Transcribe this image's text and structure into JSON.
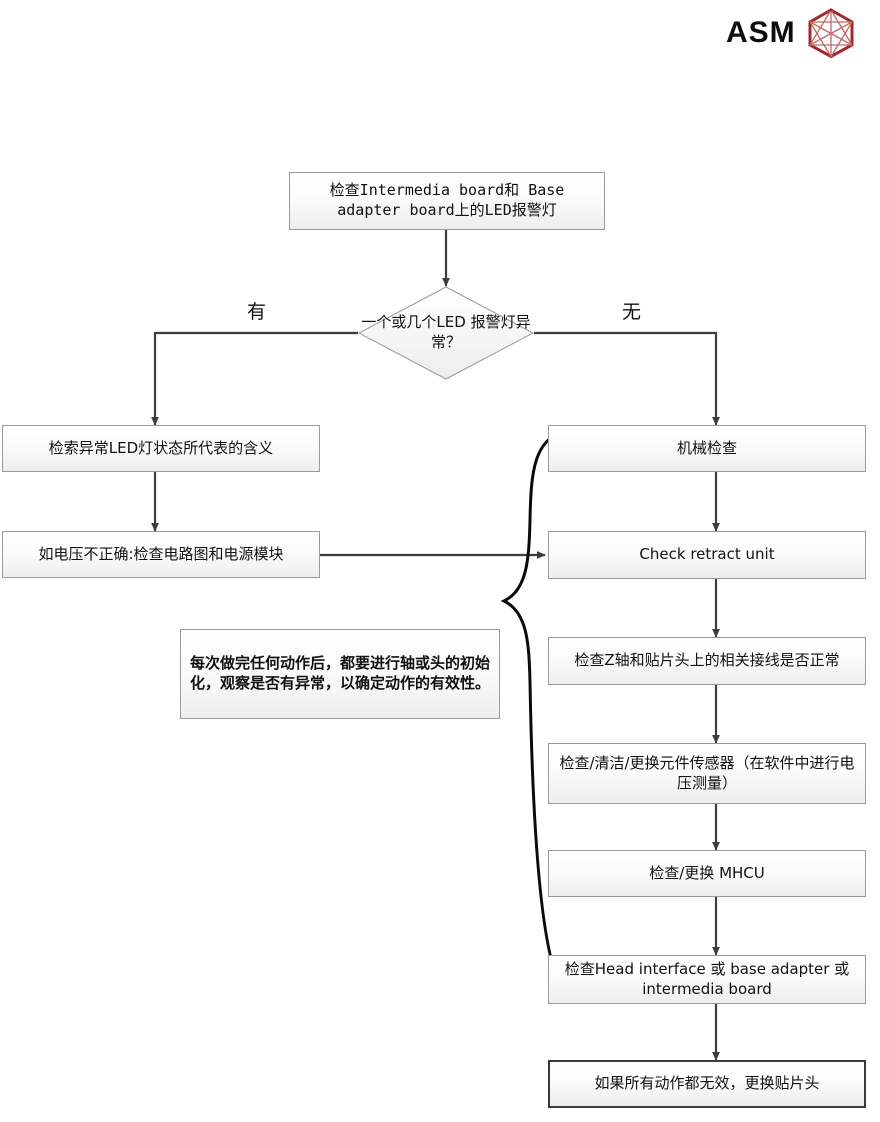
{
  "brand": {
    "name": "ASM",
    "logo_icon": "asm-hexagon-icon",
    "logo_color": "#a32a2a"
  },
  "diagram": {
    "type": "flowchart",
    "title": "",
    "nodes": [
      {
        "id": "start",
        "shape": "rectangle",
        "text": "检查Intermedia board和 Base adapter board上的LED报警灯"
      },
      {
        "id": "decision",
        "shape": "diamond",
        "text": "一个或几个LED 报警灯异常？"
      },
      {
        "id": "left1",
        "shape": "rectangle",
        "text": "检索异常LED灯状态所代表的含义"
      },
      {
        "id": "left2",
        "shape": "rectangle",
        "text": "如电压不正确:检查电路图和电源模块"
      },
      {
        "id": "note",
        "shape": "rectangle",
        "text": "每次做完任何动作后，都要进行轴或头的初始化，观察是否有异常，以确定动作的有效性。"
      },
      {
        "id": "right1",
        "shape": "rectangle",
        "text": "机械检查"
      },
      {
        "id": "right2",
        "shape": "rectangle",
        "text": "Check retract unit"
      },
      {
        "id": "right3",
        "shape": "rectangle",
        "text": "检查Z轴和贴片头上的相关接线是否正常"
      },
      {
        "id": "right4",
        "shape": "rectangle",
        "text": "检查/清洁/更换元件传感器（在软件中进行电压测量）"
      },
      {
        "id": "right5",
        "shape": "rectangle",
        "text": "检查/更换 MHCU"
      },
      {
        "id": "right6",
        "shape": "rectangle",
        "text": "检查Head interface 或 base adapter 或 intermedia board"
      },
      {
        "id": "end",
        "shape": "rectangle",
        "text": "如果所有动作都无效，更换贴片头"
      }
    ],
    "branch_labels": {
      "left": "有",
      "right": "无"
    }
  }
}
